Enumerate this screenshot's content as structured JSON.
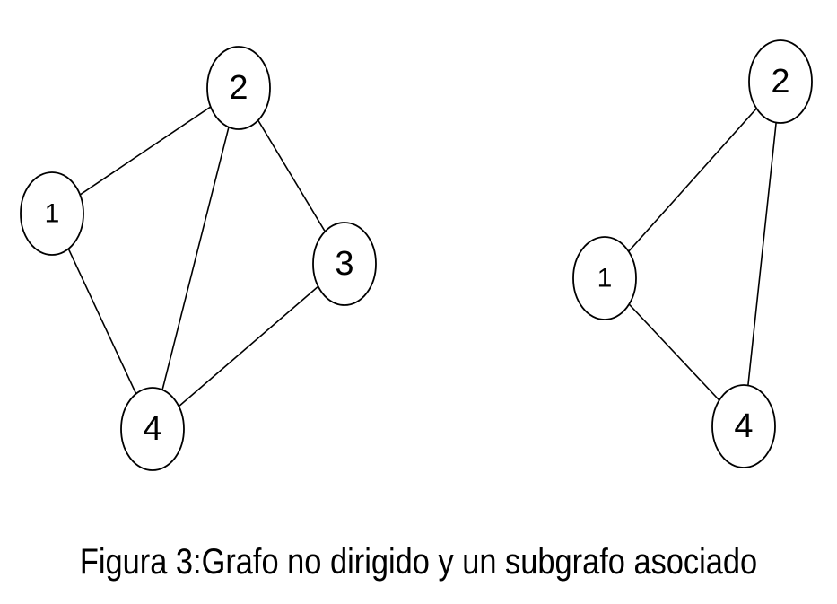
{
  "caption": "Figura 3:Grafo no dirigido y un subgrafo asociado",
  "graphs": [
    {
      "id": "grafo",
      "nodes": [
        {
          "id": "g1",
          "label": "1"
        },
        {
          "id": "g2",
          "label": "2"
        },
        {
          "id": "g3",
          "label": "3"
        },
        {
          "id": "g4",
          "label": "4"
        }
      ],
      "edges": [
        [
          "g1",
          "g2"
        ],
        [
          "g2",
          "g3"
        ],
        [
          "g2",
          "g4"
        ],
        [
          "g1",
          "g4"
        ],
        [
          "g3",
          "g4"
        ]
      ]
    },
    {
      "id": "subgrafo",
      "nodes": [
        {
          "id": "s1",
          "label": "1"
        },
        {
          "id": "s2",
          "label": "2"
        },
        {
          "id": "s4",
          "label": "4"
        }
      ],
      "edges": [
        [
          "s1",
          "s2"
        ],
        [
          "s2",
          "s4"
        ],
        [
          "s1",
          "s4"
        ]
      ]
    }
  ]
}
